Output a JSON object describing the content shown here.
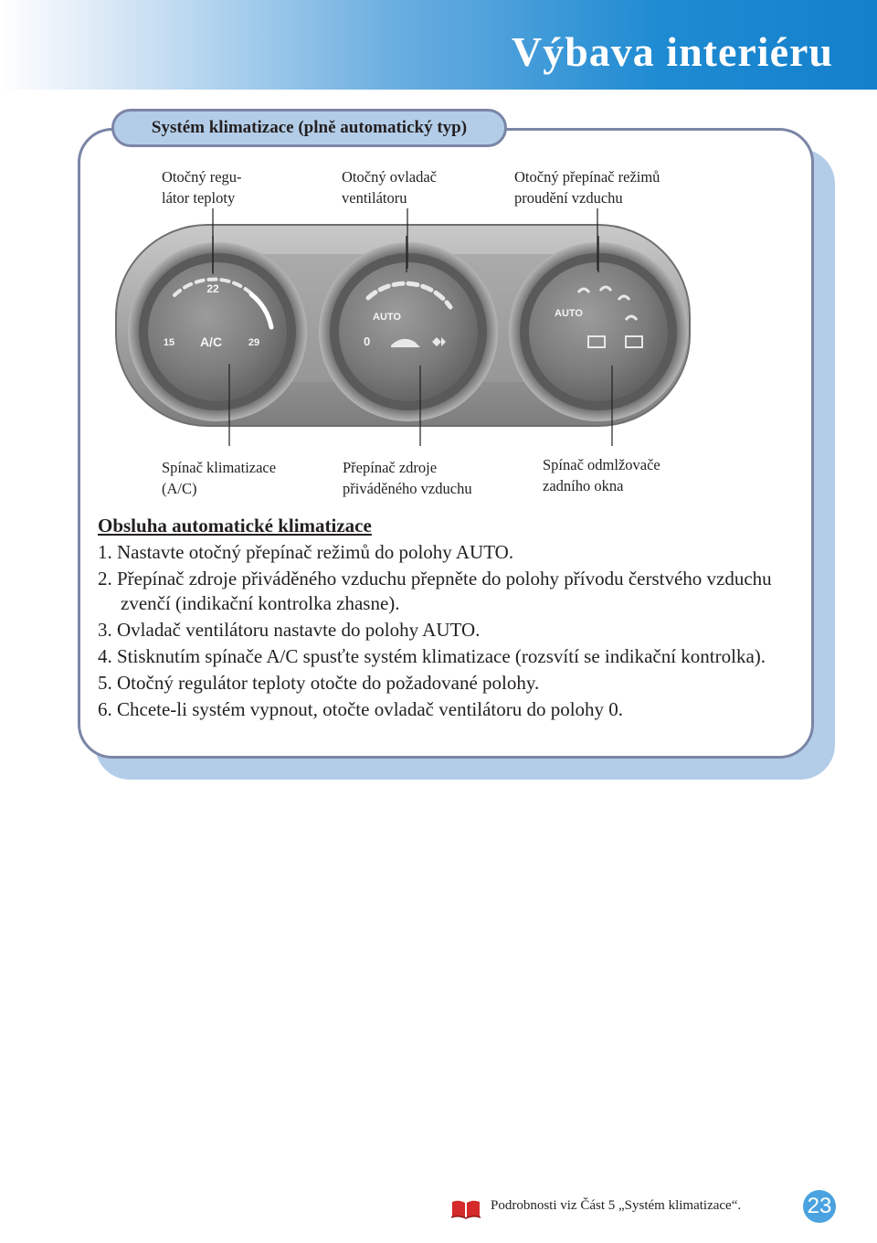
{
  "header": {
    "title": "Výbava interiéru"
  },
  "section": {
    "tab_label": "Systém klimatizace (plně automatický typ)"
  },
  "callouts": {
    "temp": "Otočný regu-\nlátor teploty",
    "fan": "Otočný ovladač\nventilátoru",
    "mode": "Otočný přepínač režimů\nproudění vzduchu",
    "ac": "Spínač klimatizace\n(A/C)",
    "intake": "Přepínač zdroje\npřiváděného vzduchu",
    "defog": "Spínač odmlžovače\nzadního okna"
  },
  "panel_labels": {
    "temp_top": "22",
    "temp_left": "15",
    "temp_right": "29",
    "ac": "A/C",
    "fan_auto": "AUTO",
    "fan_zero": "0",
    "mode_auto": "AUTO"
  },
  "instructions": {
    "heading": "Obsluha automatické klimatizace",
    "steps": [
      "1. Nastavte otočný přepínač režimů do polohy AUTO.",
      "2. Přepínač zdroje přiváděného vzduchu přepněte do polohy přívodu čerstvého vzduchu zvenčí (indikační kontrolka zhasne).",
      "3. Ovladač ventilátoru nastavte do polohy AUTO.",
      "4. Stisknutím spínače A/C spusťte systém klimatizace (rozsvítí se indikační kontrolka).",
      "5. Otočný regulátor teploty otočte do požadované polohy.",
      "6. Chcete-li systém vypnout, otočte ovladač ventilátoru do polohy 0."
    ]
  },
  "footer": {
    "reference": "Podrobnosti viz Část 5 „Systém klimatizace“.",
    "page_number": "23",
    "icon": "book-icon"
  },
  "colors": {
    "header_blue": "#1480cc",
    "panel_shadow": "#b3cde8",
    "panel_border": "#7b85a6",
    "page_badge": "#4aa3e0",
    "book_icon": "#d42a2a"
  }
}
